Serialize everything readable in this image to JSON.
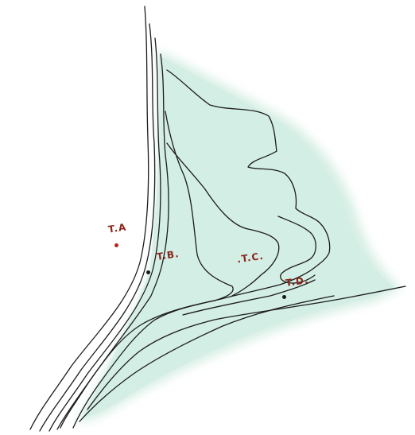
{
  "colors": {
    "ink": "#1c1c1c",
    "label": "#8b2418",
    "shade": "#d2ede5",
    "shade_edge": "#b6e2cf",
    "point_a": "#b0281c",
    "point_other": "#1a1a1a"
  },
  "points": [
    {
      "id": "a",
      "label": "T.A"
    },
    {
      "id": "b",
      "label": "T.B."
    },
    {
      "id": "c",
      "label": ".T.C."
    },
    {
      "id": "d",
      "label": "T.D."
    }
  ]
}
